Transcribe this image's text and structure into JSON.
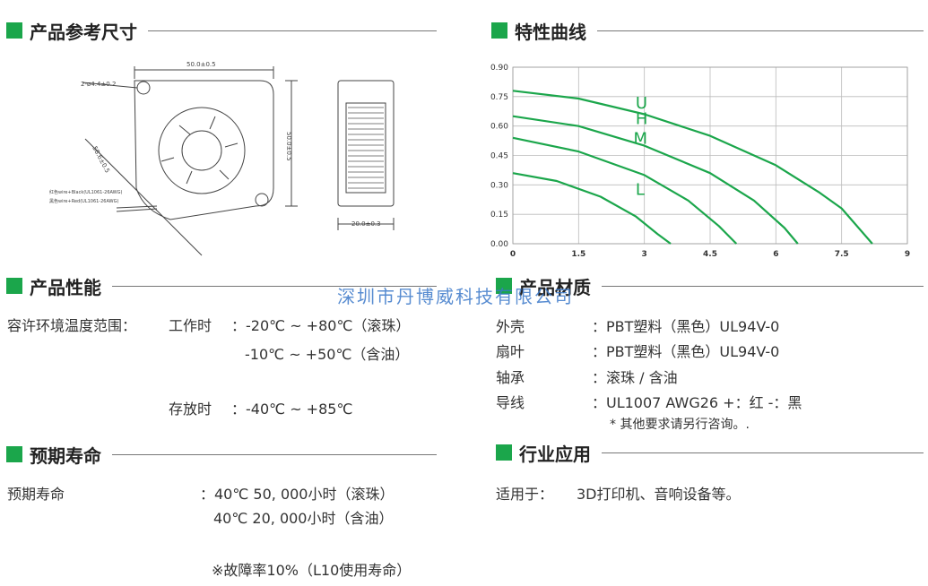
{
  "sections": {
    "dimensions": {
      "title": "产品参考尺寸"
    },
    "curve": {
      "title": "特性曲线"
    },
    "performance": {
      "title": "产品性能"
    },
    "material": {
      "title": "产品材质"
    },
    "lifetime": {
      "title": "预期寿命"
    },
    "application": {
      "title": "行业应用"
    }
  },
  "drawing": {
    "width_dim": "50.0±0.5",
    "height_dim": "50.0±0.5",
    "hole_dim": "2-ø4.4±0.2",
    "diag_dim": "58.6±0.5",
    "wire_red": "红色wire+Black(UL1061-26AWG)",
    "wire_black": "黑色wire+Red(UL1061-26AWG)",
    "depth_dim": "20.0±0.3"
  },
  "chart_data": {
    "type": "line",
    "x_ticks": [
      "0",
      "1.5",
      "3",
      "4.5",
      "6",
      "7.5",
      "9"
    ],
    "y_ticks": [
      "0.00",
      "0.15",
      "0.30",
      "0.45",
      "0.60",
      "0.75",
      "0.90"
    ],
    "xlim": [
      0,
      9
    ],
    "ylim": [
      0,
      0.9
    ],
    "grid": true,
    "line_color": "#1ba64b",
    "series": [
      {
        "name": "U",
        "x": [
          0,
          1.5,
          3,
          4.5,
          6,
          7,
          7.5,
          8.2
        ],
        "y": [
          0.78,
          0.74,
          0.66,
          0.55,
          0.4,
          0.26,
          0.18,
          0.0
        ]
      },
      {
        "name": "H",
        "x": [
          0,
          1.5,
          3,
          4.5,
          5.5,
          6.2,
          6.5
        ],
        "y": [
          0.65,
          0.6,
          0.5,
          0.36,
          0.22,
          0.08,
          0.0
        ]
      },
      {
        "name": "M",
        "x": [
          0,
          1.5,
          3,
          4.0,
          4.7,
          5.1
        ],
        "y": [
          0.54,
          0.47,
          0.35,
          0.22,
          0.09,
          0.0
        ]
      },
      {
        "name": "L",
        "x": [
          0,
          1.0,
          2.0,
          2.8,
          3.3,
          3.6
        ],
        "y": [
          0.36,
          0.32,
          0.24,
          0.14,
          0.05,
          0.0
        ]
      }
    ]
  },
  "watermark": "深圳市丹博威科技有限公司",
  "performance": {
    "label": "容许环境温度范围：",
    "work_label": "工作时",
    "work_line1": "：-20℃ ~ +80℃（滚珠）",
    "work_line2": "-10℃ ~ +50℃（含油）",
    "store_label": "存放时",
    "store_line": "：-40℃ ~ +85℃"
  },
  "material": {
    "rows": [
      {
        "label": "外壳",
        "value": "：PBT塑料（黑色）UL94V-0"
      },
      {
        "label": "扇叶",
        "value": "：PBT塑料（黑色）UL94V-0"
      },
      {
        "label": "轴承",
        "value": "：滚珠 / 含油"
      },
      {
        "label": "导线",
        "value": "：UL1007 AWG26 +：红 -：黑"
      }
    ],
    "note": "* 其他要求请另行咨询。."
  },
  "lifetime": {
    "label": "预期寿命",
    "line1": "：40℃ 50, 000小时（滚珠）",
    "line2": "40℃ 20, 000小时（含油）",
    "note": "※故障率10%（L10使用寿命）"
  },
  "application": {
    "label": "适用于：",
    "value": "3D打印机、音响设备等。"
  }
}
